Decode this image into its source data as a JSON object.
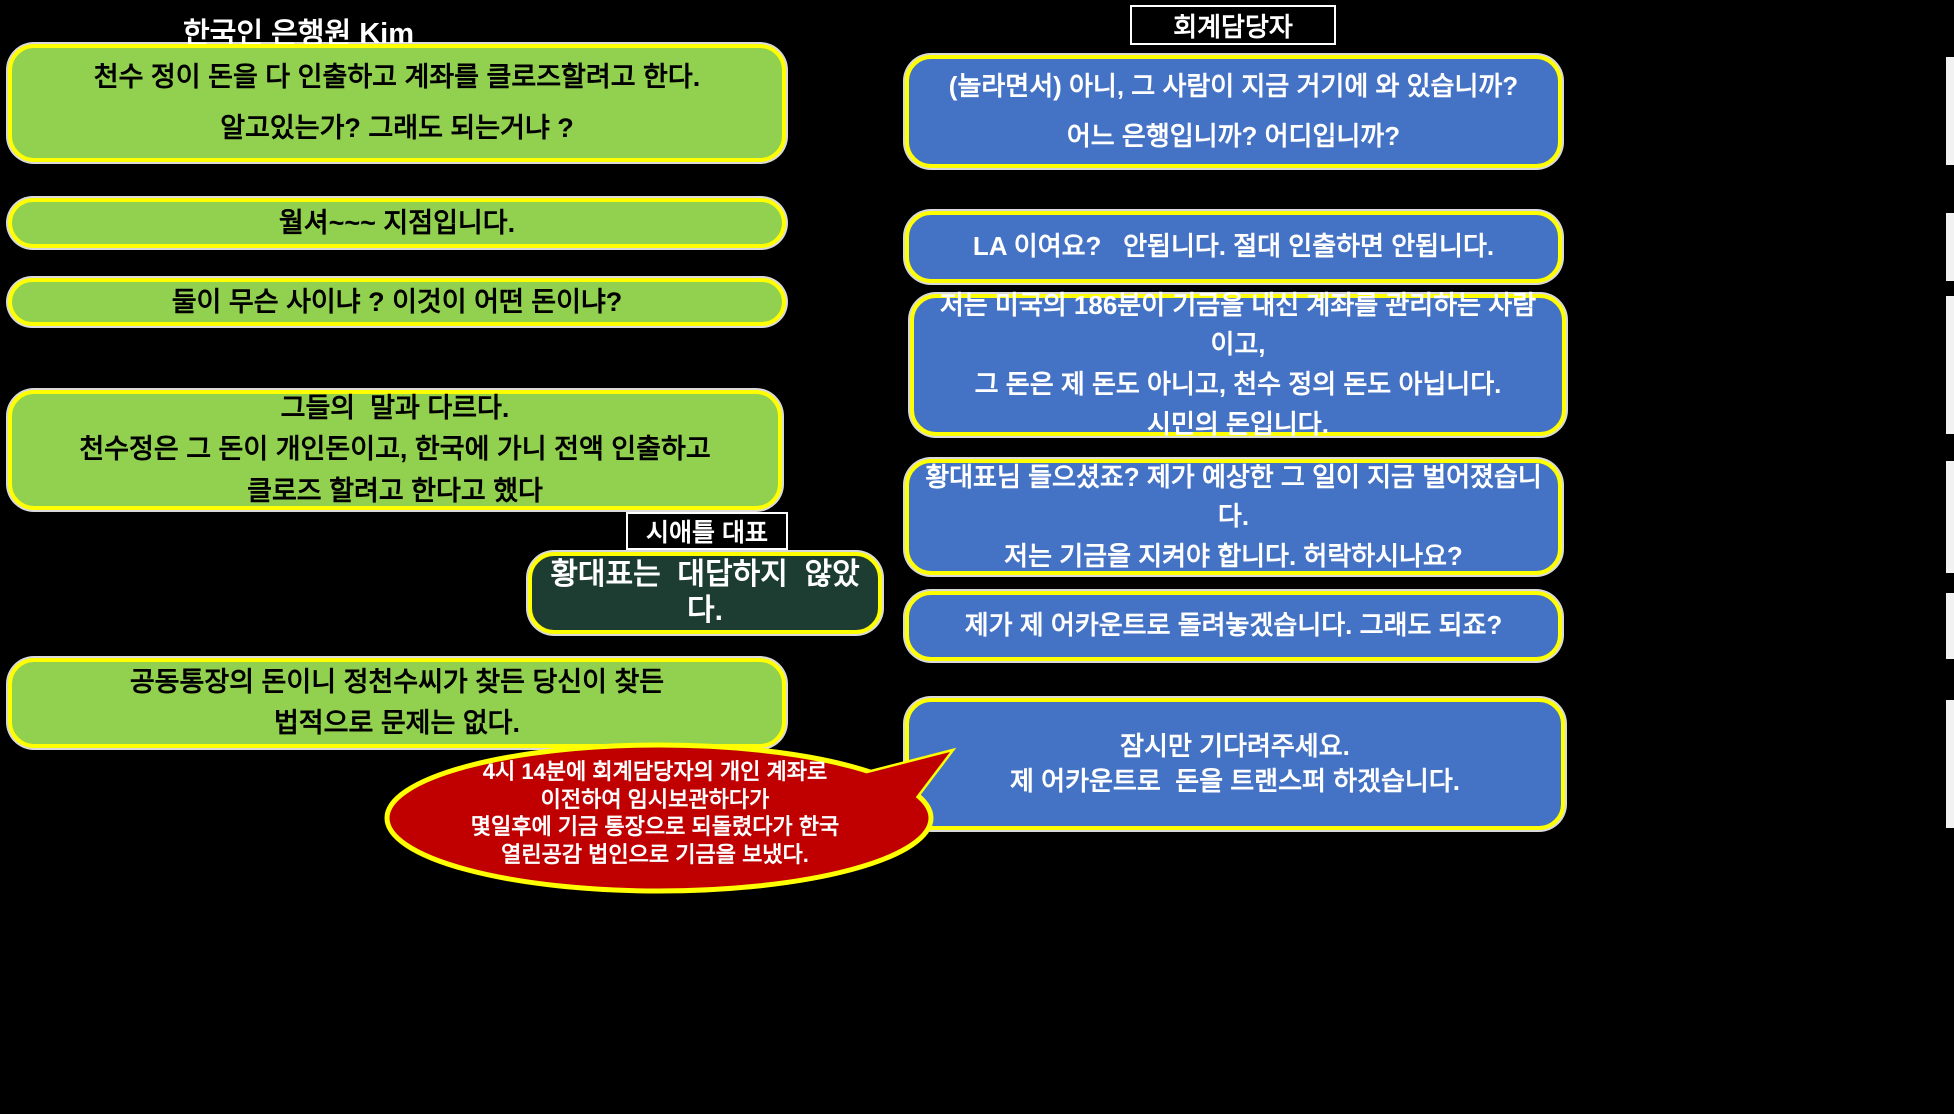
{
  "colors": {
    "background": "#000000",
    "banker_bubble": "#92D050",
    "accountant_bubble": "#4472C4",
    "seattle_bubble": "#1D3C32",
    "callout_bubble": "#C00000",
    "bubble_border": "#FFFF00",
    "label_border": "#FFFFFF"
  },
  "left": {
    "header": "한국인 은행원 Kim",
    "bubble1": {
      "line1": "천수 정이 돈을 다 인출하고 계좌를 클로즈할려고 한다.",
      "line2": "알고있는가? 그래도 되는거냐 ?"
    },
    "bubble2": {
      "line1": "월셔~~~ 지점입니다."
    },
    "bubble3": {
      "line1": "둘이 무슨 사이냐 ? 이것이 어떤 돈이냐?"
    },
    "bubble4": {
      "line1": "그들의  말과 다르다.",
      "line2": "천수정은 그 돈이 개인돈이고, 한국에 가니 전액 인출하고",
      "line3": "클로즈 할려고 한다고 했다"
    },
    "bubble5": {
      "line1": "공동통장의 돈이니 정천수씨가 찾든 당신이 찾든",
      "line2": "법적으로 문제는 없다."
    }
  },
  "seattle": {
    "label": "시애틀 대표",
    "bubble": {
      "line1": "황대표는  대답하지  않았다."
    }
  },
  "right": {
    "header": "회계담당자",
    "bubble1": {
      "line1": "(놀라면서) 아니, 그 사람이 지금 거기에 와 있습니까?",
      "line2": "어느 은행입니까? 어디입니까?"
    },
    "bubble2": {
      "line1": "LA 이여요?   안됩니다. 절대 인출하면 안됩니다."
    },
    "bubble3": {
      "line1": "저는 미국의 186분이 기금을 내신 계좌를 관리하는 사람이고,",
      "line2": "그 돈은 제 돈도 아니고, 천수 정의 돈도 아닙니다.",
      "line3": "시민의 돈입니다."
    },
    "bubble4": {
      "line1": "황대표님 들으셨죠? 제가 예상한 그 일이 지금 벌어졌습니다.",
      "line2": "저는 기금을 지켜야 합니다. 허락하시나요?"
    },
    "bubble5": {
      "line1": "제가 제 어카운트로 돌려놓겠습니다. 그래도 되죠?"
    },
    "bubble6": {
      "line1": "잠시만 기다려주세요.",
      "line2": "제 어카운트로  돈을 트랜스퍼 하겠습니다."
    }
  },
  "callout": {
    "line1": "4시 14분에 회계담당자의 개인 계좌로",
    "line2": "이전하여 임시보관하다가",
    "line3": "몇일후에 기금 통장으로 되돌렸다가 한국",
    "line4": "열린공감 법인으로 기금을 보냈다."
  }
}
